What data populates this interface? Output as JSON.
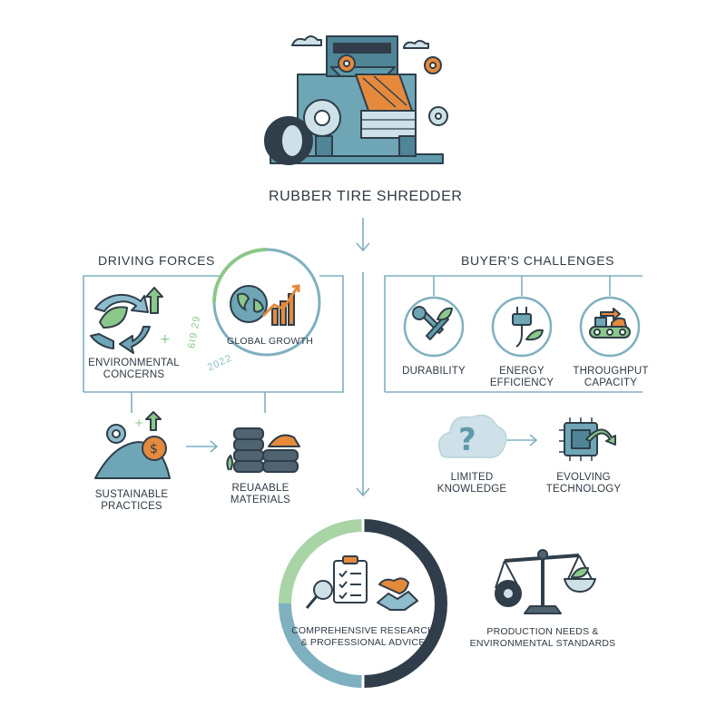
{
  "title": "RUBBER TIRE SHREDDER",
  "driving_forces": {
    "heading": "DRIVING FORCES",
    "items": [
      {
        "label_lines": [
          "ENVIRONMENTAL",
          "CONCERNS"
        ],
        "icon": "recycle-arrows-icon"
      },
      {
        "label_lines": [
          "GLOBAL GROWTH"
        ],
        "icon": "globe-growth-chart-icon"
      },
      {
        "label_lines": [
          "SUSTAINABLE",
          "PRACTICES"
        ],
        "icon": "rubber-pile-coin-icon"
      },
      {
        "label_lines": [
          "REUAABLE",
          "MATERIALS"
        ],
        "icon": "tire-stack-icon"
      }
    ],
    "year_marks": [
      "6I9 29",
      "2022"
    ]
  },
  "buyers_challenges": {
    "heading": "BUYER'S CHALLENGES",
    "items": [
      {
        "label_lines": [
          "DURABILITY"
        ],
        "icon": "wrench-leaf-icon"
      },
      {
        "label_lines": [
          "ENERGY",
          "EFFICIENCY"
        ],
        "icon": "plug-leaf-icon"
      },
      {
        "label_lines": [
          "THROUGHPUT",
          "CAPACITY"
        ],
        "icon": "conveyor-icon"
      },
      {
        "label_lines": [
          "LIMITED",
          "KNOWLEDGE"
        ],
        "icon": "question-cloud-icon"
      },
      {
        "label_lines": [
          "EVOLVING",
          "TECHNOLOGY"
        ],
        "icon": "chip-icon"
      }
    ]
  },
  "center": {
    "label_lines": [
      "COMPREHENSIVE RESEARCH",
      "& PROFESSIONAL ADVICE"
    ],
    "icon": "clipboard-handshake-icon"
  },
  "balance": {
    "label_lines": [
      "PRODUCTION NEEDS &",
      "ENVIRONMENTAL STANDARDS"
    ],
    "icon": "balance-scale-icon"
  },
  "colors": {
    "line": "#7fb0c0",
    "dark": "#2f3e4a",
    "teal": "#5f9aab",
    "green": "#8cc88a",
    "orange": "#e58a3c"
  }
}
